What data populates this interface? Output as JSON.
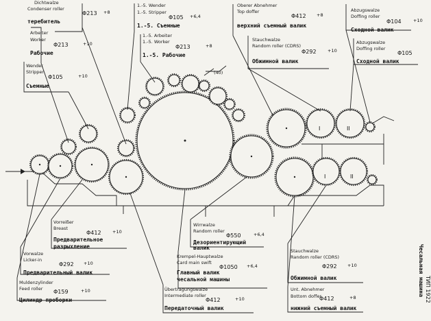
{
  "marker": {
    "angle": "(40)"
  },
  "labels": {
    "condenser": {
      "de1": "Dichtwalze",
      "en": "Condenser roller",
      "dim": "Φ213",
      "tol": "+8",
      "ru": "теребитель"
    },
    "worker": {
      "de": "Arbeiter",
      "en": "Worker",
      "dim": "Φ213",
      "tol": "+10",
      "ru": "Рабочие"
    },
    "stripper": {
      "de": "Wender",
      "en": "Stripper",
      "dim": "Φ105",
      "tol": "+10",
      "ru": "Съемные"
    },
    "stripper15": {
      "de": "1.-5. Wender",
      "en": "1.-5. Stripper",
      "dim": "Φ105",
      "tol": "+6,4",
      "ru": "1.-5. Съемные"
    },
    "worker15": {
      "de": "1.-5. Arbeiter",
      "en": "1.-5. Worker",
      "dim": "Φ213",
      "tol": "+8",
      "ru": "1.-5. Рабочие"
    },
    "topdoffer": {
      "de": "Oberer Abnehmer",
      "en": "Top doffer",
      "dim": "Φ412",
      "tol": "+8",
      "ru": "верхний съемный валик"
    },
    "doffingtop": {
      "de": "Abzugswalze",
      "en": "Doffing roller",
      "dim": "Φ104",
      "tol": "+10",
      "ru": "Сходной валик"
    },
    "randomtop": {
      "de": "Stauchwalze",
      "en": "Random roller (CDRS)",
      "dim": "Φ292",
      "tol": "+10",
      "ru": "Обжимной валик"
    },
    "doffing2": {
      "de": "Abzugswalze",
      "en": "Doffing roller",
      "dim": "Φ105",
      "ru": "Сходной валик"
    },
    "breast": {
      "de": "Vorreißer",
      "en": "Breast",
      "dim": "Φ412",
      "tol": "+10",
      "ru1": "Предварительное",
      "ru2": "разрыхление"
    },
    "lickerin": {
      "de": "Vorwalze",
      "en": "Licker-in",
      "dim": "Φ292",
      "tol": "+10",
      "ru": "Предварительный валик"
    },
    "feed": {
      "de": "Muldenzylinder",
      "en": "Feed roller",
      "dim": "Φ159",
      "tol": "+10",
      "ru": "Цилиндр проборки"
    },
    "fancy": {
      "de": "Wirrwalze",
      "en": "Random roller",
      "dim": "Φ550",
      "tol": "+6,4",
      "ru1": "Дезориентирующий",
      "ru2": "валик"
    },
    "swift": {
      "de": "Krempel-Hauptwalze",
      "en": "Card main swift",
      "dim": "Φ1050",
      "tol": "+6,4",
      "ru1": "Главный валик",
      "ru2": "чесальной машины"
    },
    "inter": {
      "de": "Übertragungswalze",
      "en": "Intermediate roller",
      "dim": "Φ412",
      "tol": "+10",
      "ru": "Передаточный валик"
    },
    "randombot": {
      "de": "Stauchwalze",
      "en": "Random roller (CDRS)",
      "dim": "Φ292",
      "tol": "+10",
      "ru": "Обжимной валик"
    },
    "bottomdoffer": {
      "de": "Unt. Abnehmer",
      "en": "Bottom doffer",
      "dim": "Φ412",
      "tol": "+8",
      "ru": "нижний съемный валик"
    }
  },
  "caption": {
    "title": "Чесальная машина",
    "type": "ТИП 1922"
  }
}
